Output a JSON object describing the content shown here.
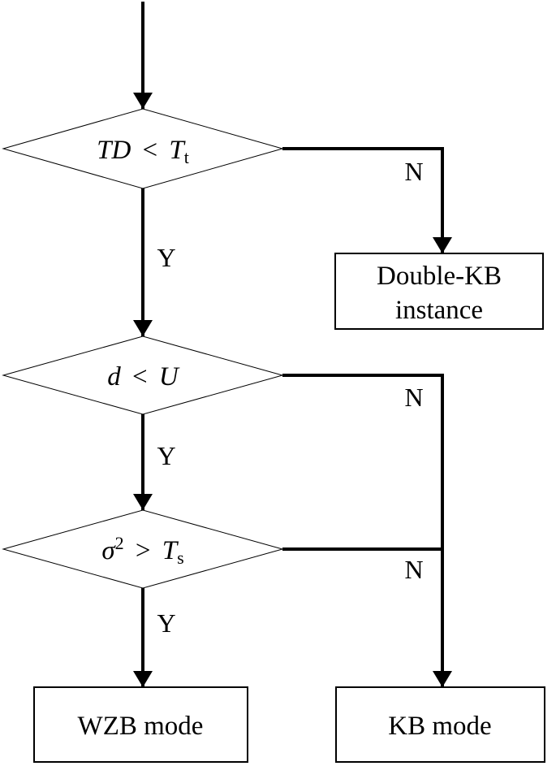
{
  "decision1": {
    "lhs": "TD",
    "op": "<",
    "rhs": "T",
    "rhs_sub": "t"
  },
  "decision2": {
    "lhs": "d",
    "op": "<",
    "rhs": "U"
  },
  "decision3": {
    "lhs": "σ",
    "lhs_sup": "2",
    "op": ">",
    "rhs": "T",
    "rhs_sub": "s"
  },
  "branches": {
    "d1_yes": "Y",
    "d1_no": "N",
    "d2_yes": "Y",
    "d2_no": "N",
    "d3_yes": "Y",
    "d3_no": "N"
  },
  "boxes": {
    "double_kb_line1": "Double-KB",
    "double_kb_line2": "instance",
    "wzb_mode": "WZB mode",
    "kb_mode": "KB mode"
  }
}
